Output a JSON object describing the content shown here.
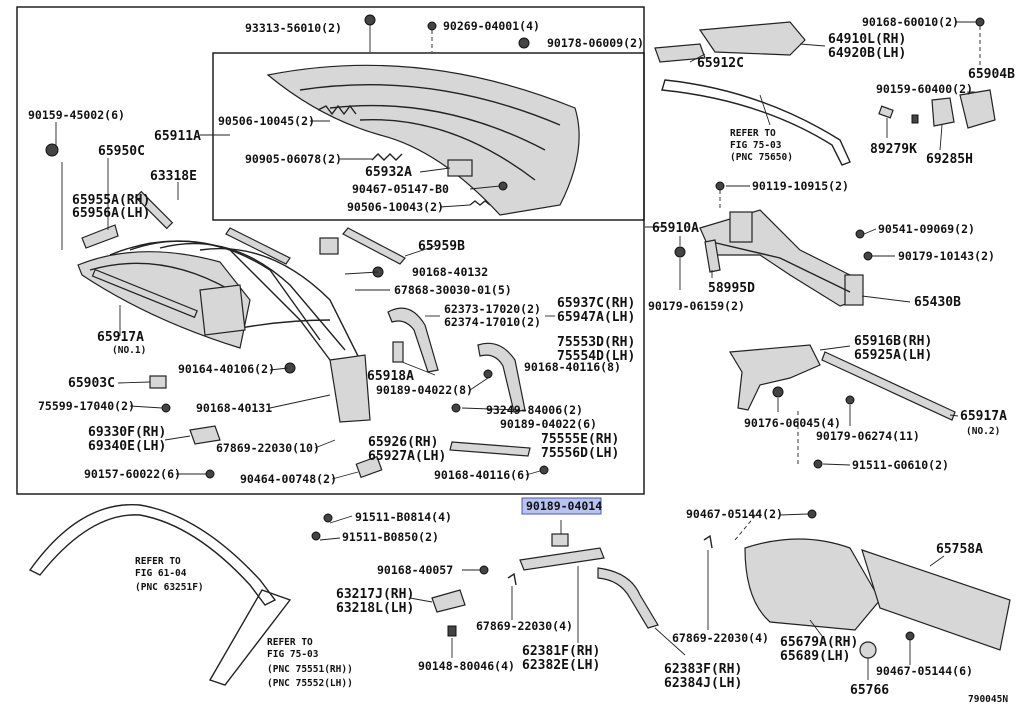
{
  "highlighted_part": "90189-04014",
  "diagram_code": "790045N",
  "labels": {
    "p93313": "93313-56010(2)",
    "p90269": "90269-04001(4)",
    "p90178": "90178-06009(2)",
    "p65911a": "65911A",
    "p90506a": "90506-10045(2)",
    "p90905": "90905-06078(2)",
    "p65932a": "65932A",
    "p90467a": "90467-05147-B0",
    "p90506b": "90506-10043(2)",
    "p90159a": "90159-45002(6)",
    "p65950c": "65950C",
    "p63318e": "63318E",
    "p65955a": "65955A(RH)",
    "p65956a": "65956A(LH)",
    "p65959b": "65959B",
    "p90168a": "90168-40132",
    "p67868": "67868-30030-01(5)",
    "p62373": "62373-17020(2)",
    "p62374": "62374-17010(2)",
    "p65937c": "65937C(RH)",
    "p65947a": "65947A(LH)",
    "p65917a1": "65917A",
    "p65917a1n": "(NO.1)",
    "p90164": "90164-40106(2)",
    "p65918a": "65918A",
    "p75553d": "75553D(RH)",
    "p75554d": "75554D(LH)",
    "p90168b": "90168-40116(8)",
    "p65903c": "65903C",
    "p90189a": "90189-04022(8)",
    "p75599": "75599-17040(2)",
    "p90168c": "90168-40131",
    "p93249": "93249-84006(2)",
    "p90189b": "90189-04022(6)",
    "p69330f": "69330F(RH)",
    "p69340e": "69340E(LH)",
    "p67869a": "67869-22030(10)",
    "p65926": "65926(RH)",
    "p65927a": "65927A(LH)",
    "p75555e": "75555E(RH)",
    "p75556d": "75556D(LH)",
    "p90157": "90157-60022(6)",
    "p90464": "90464-00748(2)",
    "p90168d": "90168-40116(6)",
    "p65912c": "65912C",
    "p64910l": "64910L(RH)",
    "p64920b": "64920B(LH)",
    "p90168e": "90168-60010(2)",
    "p65904b": "65904B",
    "p90159b": "90159-60400(2)",
    "ref7503a1": "REFER TO",
    "ref7503a2": "FIG 75-03",
    "ref7503a3": "(PNC 75650)",
    "p89279k": "89279K",
    "p69285h": "69285H",
    "p90119": "90119-10915(2)",
    "p65910a": "65910A",
    "p90541": "90541-09069(2)",
    "p90179a": "90179-10143(2)",
    "p58995d": "58995D",
    "p90179b": "90179-06159(2)",
    "p65430b": "65430B",
    "p65916b": "65916B(RH)",
    "p65925a": "65925A(LH)",
    "p65917a2": "65917A",
    "p65917a2n": "(NO.2)",
    "p90176": "90176-06045(4)",
    "p90179c": "90179-06274(11)",
    "p91511a": "91511-G0610(2)",
    "p91511b": "91511-B0814(4)",
    "p91511c": "91511-B0850(2)",
    "p90467b": "90467-05144(2)",
    "ref6104a": "REFER TO",
    "ref6104b": "FIG 61-04",
    "ref6104c": "(PNC 63251F)",
    "p90168f": "90168-40057",
    "p65758a": "65758A",
    "p63217j": "63217J(RH)",
    "p63218l": "63218L(LH)",
    "p67869b": "67869-22030(4)",
    "p67869c": "67869-22030(4)",
    "ref7503b1": "REFER TO",
    "ref7503b2": "FIG 75-03",
    "ref7503b3": "(PNC 75551(RH))",
    "ref7503b4": "(PNC 75552(LH))",
    "p62381f": "62381F(RH)",
    "p62382e": "62382E(LH)",
    "p62383f": "62383F(RH)",
    "p62384j": "62384J(LH)",
    "p65679a": "65679A(RH)",
    "p65689": "65689(LH)",
    "p90467c": "90467-05144(6)",
    "p90148": "90148-80046(4)",
    "p65766": "65766"
  }
}
